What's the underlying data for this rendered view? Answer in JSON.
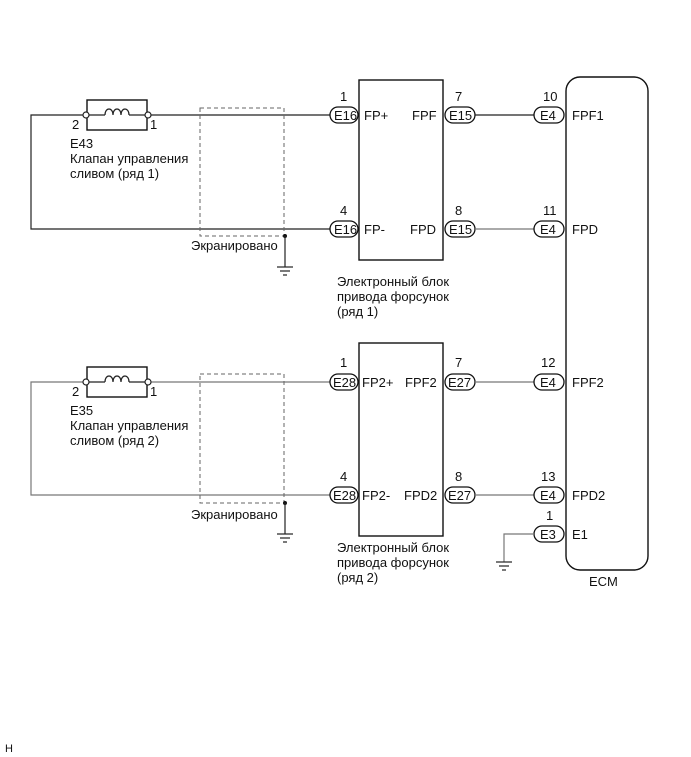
{
  "diagram": {
    "footer_mark": "H",
    "bank1": {
      "valve": {
        "code": "E43",
        "name_line1": "Клапан управления",
        "name_line2": "сливом (ряд 1)",
        "pin_left": "2",
        "pin_right": "1"
      },
      "shield_label": "Экранировано",
      "driver": {
        "name_line1": "Электронный блок",
        "name_line2": "привода форсунок",
        "name_line3": "(ряд 1)",
        "in_top": {
          "pin": "1",
          "connector": "E16",
          "signal": "FP+"
        },
        "in_bottom": {
          "pin": "4",
          "connector": "E16",
          "signal": "FP-"
        },
        "out_top": {
          "pin": "7",
          "connector": "E15",
          "signal": "FPF"
        },
        "out_bottom": {
          "pin": "8",
          "connector": "E15",
          "signal": "FPD"
        }
      },
      "ecm_top": {
        "pin": "10",
        "connector": "E4",
        "signal": "FPF1"
      },
      "ecm_bottom": {
        "pin": "11",
        "connector": "E4",
        "signal": "FPD"
      }
    },
    "bank2": {
      "valve": {
        "code": "E35",
        "name_line1": "Клапан управления",
        "name_line2": "сливом (ряд 2)",
        "pin_left": "2",
        "pin_right": "1"
      },
      "shield_label": "Экранировано",
      "driver": {
        "name_line1": "Электронный блок",
        "name_line2": "привода форсунок",
        "name_line3": "(ряд 2)",
        "in_top": {
          "pin": "1",
          "connector": "E28",
          "signal": "FP2+"
        },
        "in_bottom": {
          "pin": "4",
          "connector": "E28",
          "signal": "FP2-"
        },
        "out_top": {
          "pin": "7",
          "connector": "E27",
          "signal": "FPF2"
        },
        "out_bottom": {
          "pin": "8",
          "connector": "E27",
          "signal": "FPD2"
        }
      },
      "ecm_top": {
        "pin": "12",
        "connector": "E4",
        "signal": "FPF2"
      },
      "ecm_bottom": {
        "pin": "13",
        "connector": "E4",
        "signal": "FPD2"
      }
    },
    "ecm": {
      "label": "ECM",
      "ground": {
        "pin": "1",
        "connector": "E3",
        "signal": "E1"
      }
    }
  }
}
